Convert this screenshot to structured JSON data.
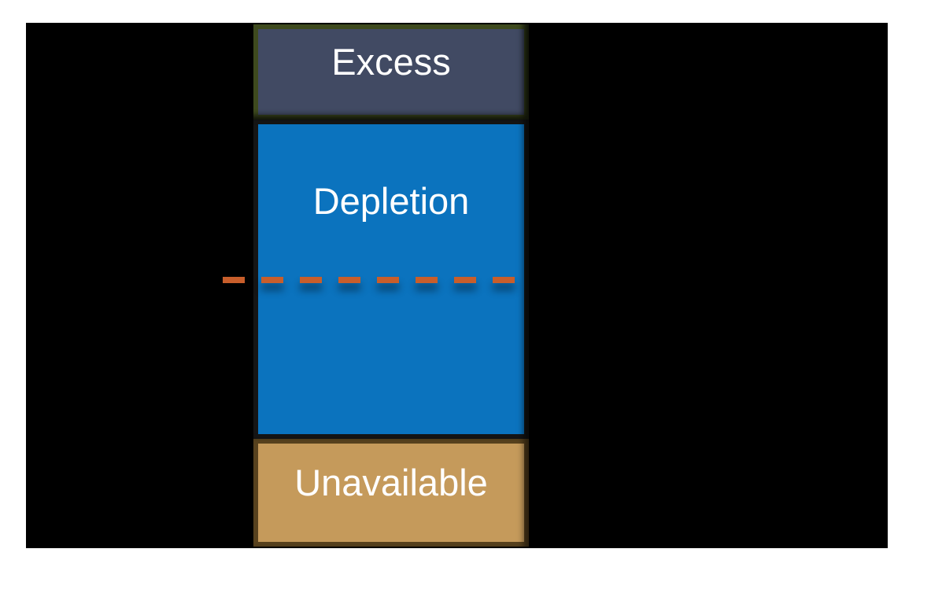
{
  "diagram": {
    "description": "Stacked storage/volume diagram on a black slide with three vertical segments and a dashed threshold line crossing the middle segment",
    "segments": [
      {
        "id": "excess",
        "label": "Excess"
      },
      {
        "id": "depletion",
        "label": "Depletion"
      },
      {
        "id": "unavailable",
        "label": "Unavailable"
      }
    ],
    "threshold_line": {
      "style": "dashed",
      "position": "crosses lower-middle of Depletion segment, extends slightly left of the stack"
    }
  },
  "colors": {
    "page-bg": "#ffffff",
    "slide-bg": "#000000",
    "excess-fill": "#414A63",
    "excess-border": "#3E4A1E",
    "depletion-fill": "#0B73BE",
    "depletion-border": "#151515",
    "unavailable-fill": "#C59A5B",
    "unavailable-border": "#58421E",
    "dash-color": "#C85E2B",
    "label-color": "#FFFFFF"
  }
}
